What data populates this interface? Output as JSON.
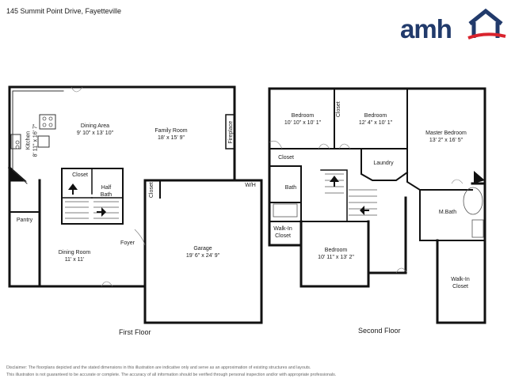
{
  "header": {
    "address": "145 Summit Point Drive, Fayetteville"
  },
  "logo": {
    "text": "amh",
    "colors": {
      "navy": "#213a6b",
      "red": "#d9232d"
    }
  },
  "first_floor": {
    "title": "First Floor",
    "rooms": {
      "dining_area": {
        "name": "Dining Area",
        "dims": "9' 10\" x 13' 10\""
      },
      "family_room": {
        "name": "Family Room",
        "dims": "18' x 15' 9\""
      },
      "kitchen": {
        "name": "Kitchen",
        "dims": "8' 11\" x 16' 7\""
      },
      "fireplace": {
        "name": "Fireplace"
      },
      "closet": {
        "name": "Closet"
      },
      "half_bath": {
        "name": "Half Bath"
      },
      "garage_closet": {
        "name": "Closet"
      },
      "wh": {
        "name": "W/H"
      },
      "pantry": {
        "name": "Pantry"
      },
      "foyer": {
        "name": "Foyer"
      },
      "dining_room": {
        "name": "Dining Room",
        "dims": "11' x 11'"
      },
      "garage": {
        "name": "Garage",
        "dims": "19' 6\" x 24' 9\""
      }
    }
  },
  "second_floor": {
    "title": "Second Floor",
    "rooms": {
      "bedroom1": {
        "name": "Bedroom",
        "dims": "10' 10\" x 10' 1\""
      },
      "closet_top": {
        "name": "Closet"
      },
      "bedroom2": {
        "name": "Bedroom",
        "dims": "12' 4\" x 10' 1\""
      },
      "master": {
        "name": "Master Bedroom",
        "dims": "13' 2\" x 16' 5\""
      },
      "closet_left": {
        "name": "Closet"
      },
      "laundry": {
        "name": "Laundry"
      },
      "bath": {
        "name": "Bath"
      },
      "mbath": {
        "name": "M.Bath"
      },
      "walkin_left": {
        "name": "Walk-In Closet"
      },
      "bedroom3": {
        "name": "Bedroom",
        "dims": "10' 11\" x 13' 2\""
      },
      "walkin_right": {
        "name": "Walk-In Closet"
      }
    }
  },
  "disclaimer": {
    "line1": "Disclaimer: The floorplans depicted and the stated dimensions in this illustration are indicative only and serve as an approximation of existing structures and layouts.",
    "line2": "This illustration is not guaranteed to be accurate or complete. The accuracy of all information should be verified through personal inspection and/or with appropriate professionals."
  }
}
